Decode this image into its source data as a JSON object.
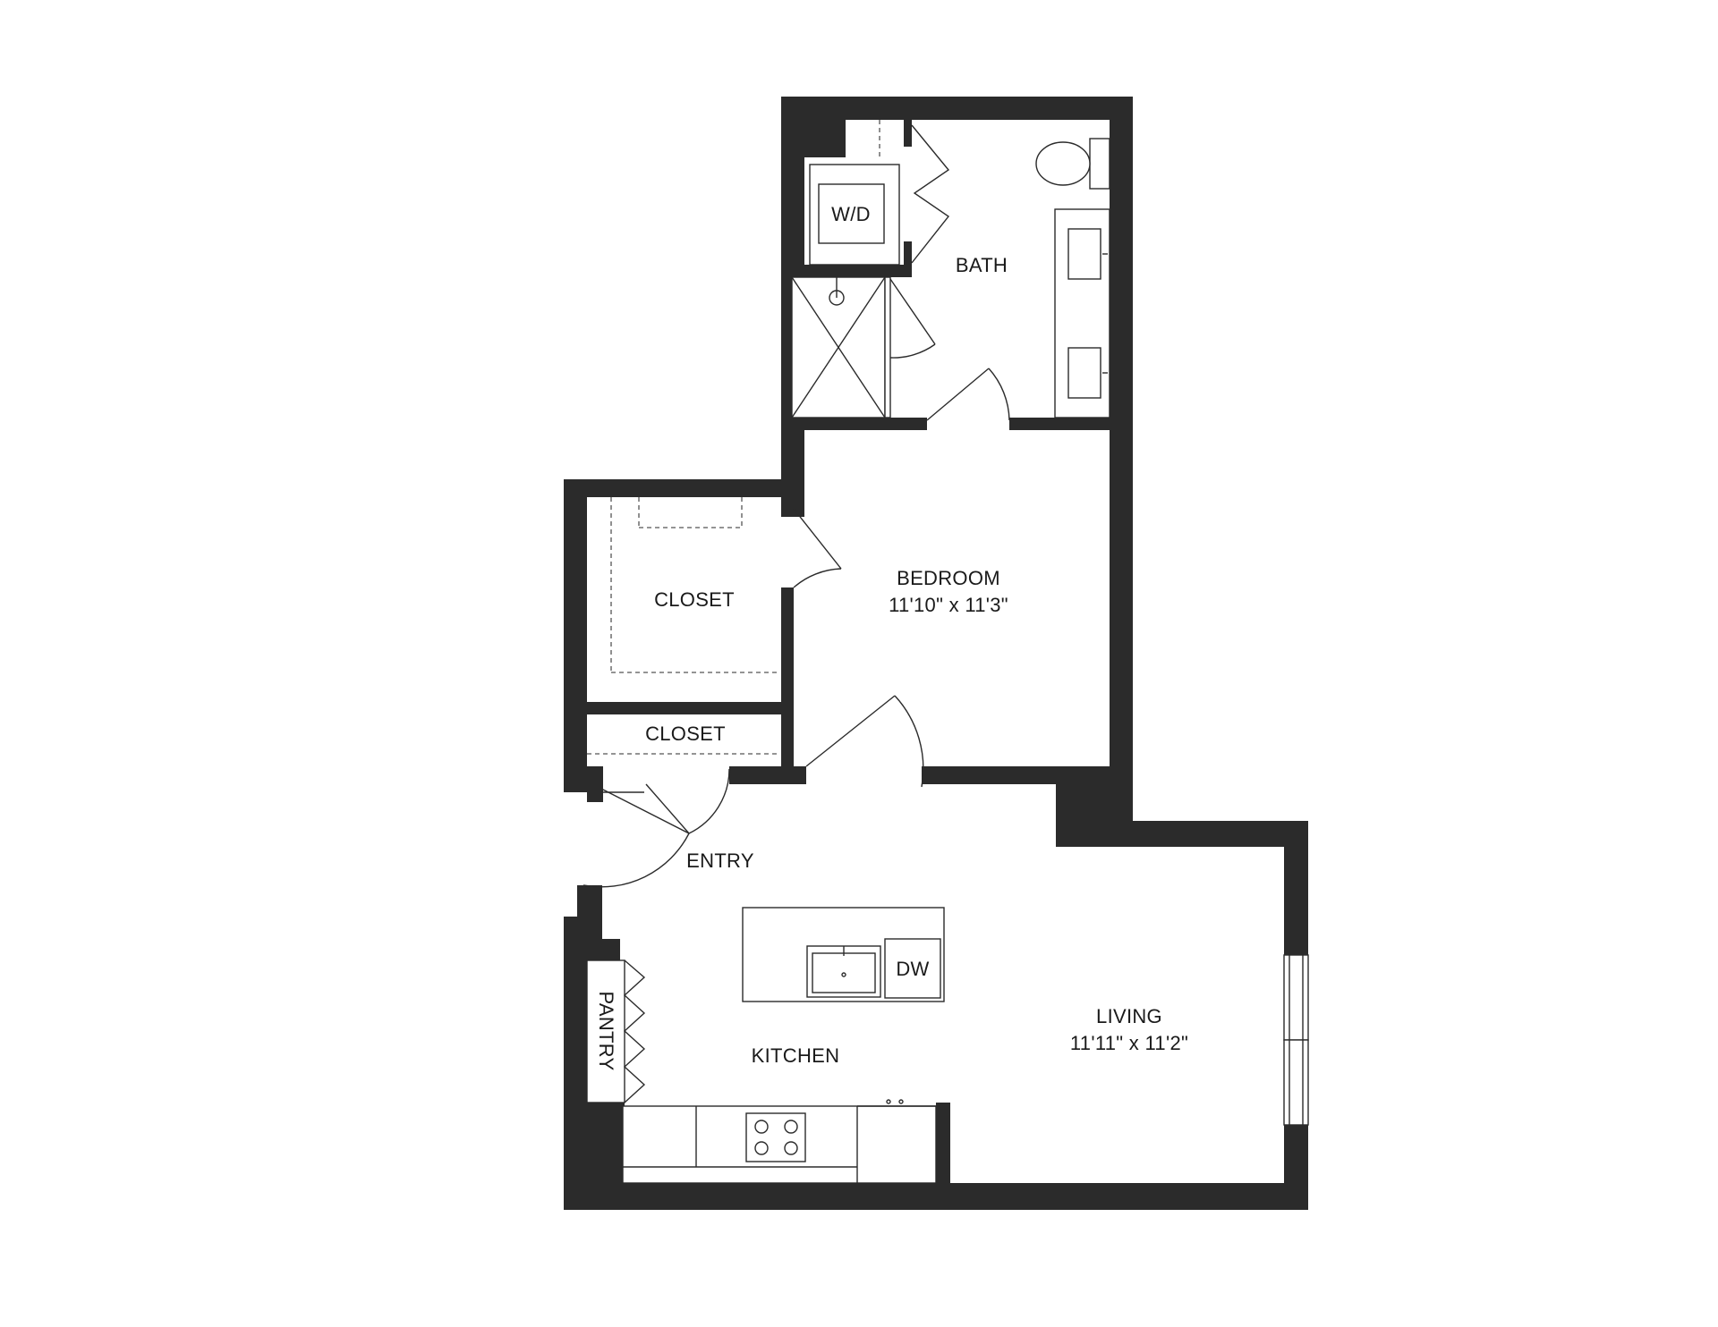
{
  "rooms": {
    "bath": {
      "label": "BATH"
    },
    "wd": {
      "label": "W/D"
    },
    "bedroom": {
      "label": "BEDROOM",
      "dimensions": "11'10\" x 11'3\""
    },
    "closet_large": {
      "label": "CLOSET"
    },
    "closet_small": {
      "label": "CLOSET"
    },
    "entry": {
      "label": "ENTRY"
    },
    "kitchen": {
      "label": "KITCHEN"
    },
    "dishwasher": {
      "label": "DW"
    },
    "pantry": {
      "label": "PANTRY"
    },
    "living": {
      "label": "LIVING",
      "dimensions": "11'11\" x 11'2\""
    }
  },
  "colors": {
    "wall": "#2b2b2b",
    "background": "#ffffff"
  }
}
